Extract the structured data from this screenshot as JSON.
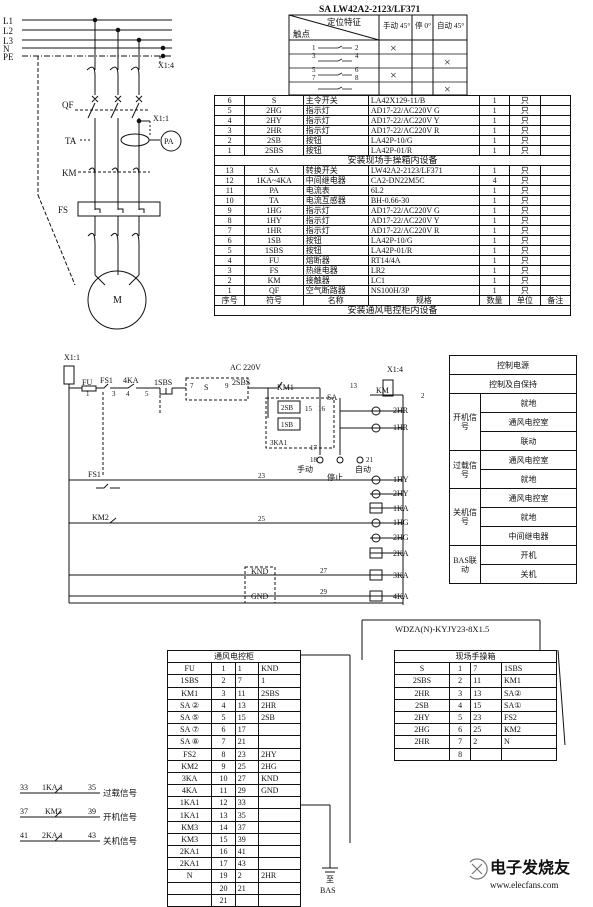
{
  "bus_labels": [
    "L1",
    "L2",
    "L3",
    "N",
    "PE"
  ],
  "main_circuit": {
    "x1_4": "X1:4",
    "qf": "QF",
    "x1_1": "X1:1",
    "ta": "TA",
    "pa": "PA",
    "km": "KM",
    "fs": "FS",
    "motor": "M"
  },
  "sa_table": {
    "title": "SA LW42A2-2123/LF371",
    "header": [
      "定位特征",
      "手动 45°",
      "停 0°",
      "自动 45°"
    ],
    "corner": "触点",
    "contacts": [
      "1",
      "2",
      "3",
      "4",
      "5",
      "6",
      "7",
      "8"
    ],
    "marks": [
      [
        "×",
        "",
        ""
      ],
      [
        "",
        "",
        "×"
      ],
      [
        "×",
        "",
        ""
      ],
      [
        "",
        "",
        "×"
      ]
    ]
  },
  "field_box": {
    "caption": "安装现场手操箱内设备",
    "rows": [
      [
        "6",
        "S",
        "主令开关",
        "LA42X129-11/B",
        "1",
        "只",
        ""
      ],
      [
        "5",
        "2HG",
        "指示灯",
        "AD17-22/AC220V G",
        "1",
        "只",
        ""
      ],
      [
        "4",
        "2HY",
        "指示灯",
        "AD17-22/AC220V Y",
        "1",
        "只",
        ""
      ],
      [
        "3",
        "2HR",
        "指示灯",
        "AD17-22/AC220V R",
        "1",
        "只",
        ""
      ],
      [
        "2",
        "2SB",
        "按钮",
        "LA42P-10/G",
        "1",
        "只",
        ""
      ],
      [
        "1",
        "2SBS",
        "按钮",
        "LA42P-01/R",
        "1",
        "只",
        ""
      ]
    ]
  },
  "cabinet": {
    "caption": "安装通风电控柜内设备",
    "header": [
      "序号",
      "符号",
      "名称",
      "规格",
      "数量",
      "单位",
      "备注"
    ],
    "rows": [
      [
        "13",
        "SA",
        "转换开关",
        "LW42A2-2123/LF371",
        "1",
        "只",
        ""
      ],
      [
        "12",
        "1KA~4KA",
        "中间继电器",
        "CA2-DN22M5C",
        "4",
        "只",
        ""
      ],
      [
        "11",
        "PA",
        "电流表",
        "6L2",
        "1",
        "只",
        ""
      ],
      [
        "10",
        "TA",
        "电流互感器",
        "BH-0.66-30",
        "1",
        "只",
        ""
      ],
      [
        "9",
        "1HG",
        "指示灯",
        "AD17-22/AC220V G",
        "1",
        "只",
        ""
      ],
      [
        "8",
        "1HY",
        "指示灯",
        "AD17-22/AC220V Y",
        "1",
        "只",
        ""
      ],
      [
        "7",
        "1HR",
        "指示灯",
        "AD17-22/AC220V R",
        "1",
        "只",
        ""
      ],
      [
        "6",
        "1SB",
        "按钮",
        "LA42P-10/G",
        "1",
        "只",
        ""
      ],
      [
        "5",
        "1SBS",
        "按钮",
        "LA42P-01/R",
        "1",
        "只",
        ""
      ],
      [
        "4",
        "FU",
        "熔断器",
        "RT14/4A",
        "1",
        "只",
        ""
      ],
      [
        "3",
        "FS",
        "热继电器",
        "LR2",
        "1",
        "只",
        ""
      ],
      [
        "2",
        "KM",
        "接触器",
        "LC1",
        "1",
        "只",
        ""
      ],
      [
        "1",
        "QF",
        "空气断路器",
        "NS100H/3P",
        "1",
        "只",
        ""
      ]
    ]
  },
  "control": {
    "x1_1": "X1:1",
    "x1_4": "X1:4",
    "ac": "AC 220V",
    "fu": "FU",
    "fs1": "FS1",
    "ka4": "4KA",
    "sbs1": "1SBS",
    "s": "S",
    "sbs2": "2SBS",
    "km_top": "KM",
    "km_coil": "KM",
    "km1": "KM1",
    "sb2": "2SB",
    "sb1": "1SB",
    "ka3": "3KA1",
    "sa": "SA",
    "manual": "手动",
    "stop": "停止",
    "auto": "自动",
    "fs1b": "FS1",
    "km2": "KM2",
    "knd": "KND",
    "gnd": "GND",
    "lamps": [
      "2HR",
      "1HR",
      "1HY",
      "2HY",
      "1KA",
      "1HG",
      "2HG",
      "2KA",
      "3KA",
      "4KA"
    ],
    "nums": [
      "1",
      "2",
      "3",
      "4",
      "5",
      "6",
      "7",
      "8",
      "9",
      "11",
      "13",
      "15",
      "16",
      "17",
      "18",
      "19",
      "20",
      "21",
      "23",
      "25",
      "27",
      "29",
      "1",
      "2",
      "1",
      "1"
    ]
  },
  "legend": {
    "rows": [
      "控制电源",
      "控制及自保持"
    ],
    "groups": [
      {
        "label": "开机信号",
        "items": [
          "就地",
          "通风电控室",
          "联动"
        ]
      },
      {
        "label": "过载信号",
        "items": [
          "通风电控室",
          "就地"
        ]
      },
      {
        "label": "关机信号",
        "items": [
          "通风电控室",
          "就地",
          "中间继电器"
        ]
      },
      {
        "label": "BAS联动",
        "items": [
          "开机",
          "关机"
        ]
      }
    ]
  },
  "cable": "WDZA(N)-KYJY23-8X1.5",
  "terminal_cabinet": {
    "title": "通风电控柜",
    "rows": [
      [
        "FU",
        "1",
        "1",
        "KND"
      ],
      [
        "1SBS",
        "2",
        "7",
        "1"
      ],
      [
        "KM1",
        "3",
        "11",
        "2SBS"
      ],
      [
        "SA ②",
        "4",
        "13",
        "2HR"
      ],
      [
        "SA ⑤",
        "5",
        "15",
        "2SB"
      ],
      [
        "SA ⑦",
        "6",
        "17",
        ""
      ],
      [
        "SA ⑧",
        "7",
        "21",
        ""
      ],
      [
        "FS2",
        "8",
        "23",
        "2HY"
      ],
      [
        "KM2",
        "9",
        "25",
        "2HG"
      ],
      [
        "3KA",
        "10",
        "27",
        "KND"
      ],
      [
        "4KA",
        "11",
        "29",
        "GND"
      ],
      [
        "1KA1",
        "12",
        "33",
        ""
      ],
      [
        "1KA1",
        "13",
        "35",
        ""
      ],
      [
        "KM3",
        "14",
        "37",
        ""
      ],
      [
        "KM3",
        "15",
        "39",
        ""
      ],
      [
        "2KA1",
        "16",
        "41",
        ""
      ],
      [
        "2KA1",
        "17",
        "43",
        ""
      ],
      [
        "N",
        "19",
        "2",
        "2HR"
      ],
      [
        "",
        "20",
        "21",
        ""
      ],
      [
        "",
        "21",
        "",
        ""
      ]
    ]
  },
  "terminal_field": {
    "title": "现场手操箱",
    "rows": [
      [
        "S",
        "1",
        "7",
        "1SBS"
      ],
      [
        "2SBS",
        "2",
        "11",
        "KM1"
      ],
      [
        "2HR",
        "3",
        "13",
        "SA②"
      ],
      [
        "2SB",
        "4",
        "15",
        "SA①"
      ],
      [
        "2HY",
        "5",
        "23",
        "FS2"
      ],
      [
        "2HG",
        "6",
        "25",
        "KM2"
      ],
      [
        "2HR",
        "7",
        "2",
        "N"
      ],
      [
        "",
        "8",
        "",
        ""
      ]
    ]
  },
  "signals": [
    {
      "a": "33",
      "b": "1KA 1",
      "c": "35",
      "label": "过载信号"
    },
    {
      "a": "37",
      "b": "KM3",
      "c": "39",
      "label": "开机信号"
    },
    {
      "a": "41",
      "b": "2KA 1",
      "c": "43",
      "label": "关机信号"
    }
  ],
  "bas": {
    "top": "至",
    "bottom": "BAS"
  },
  "watermark": {
    "title": "电子发烧友",
    "url": "www.elecfans.com"
  }
}
